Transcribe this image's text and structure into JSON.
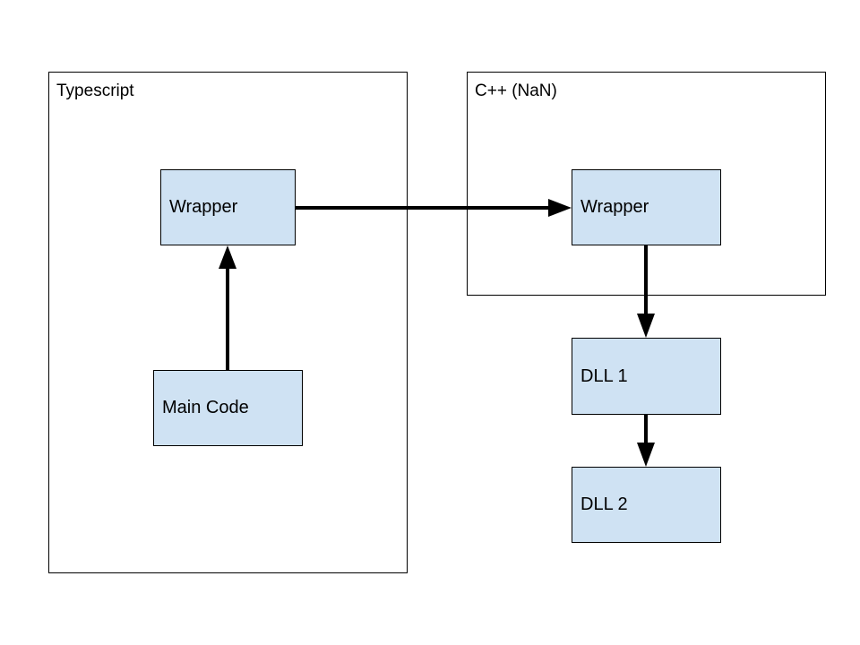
{
  "colors": {
    "node_fill": "#cfe2f3",
    "stroke": "#000000",
    "background": "#ffffff"
  },
  "containers": {
    "typescript": {
      "label": "Typescript"
    },
    "cpp": {
      "label": "C++ (NaN)"
    }
  },
  "nodes": {
    "ts_wrapper": {
      "label": "Wrapper"
    },
    "main_code": {
      "label": "Main Code"
    },
    "cpp_wrapper": {
      "label": "Wrapper"
    },
    "dll1": {
      "label": "DLL 1"
    },
    "dll2": {
      "label": "DLL 2"
    }
  },
  "edges": [
    {
      "from": "main_code",
      "to": "ts_wrapper"
    },
    {
      "from": "ts_wrapper",
      "to": "cpp_wrapper"
    },
    {
      "from": "cpp_wrapper",
      "to": "dll1"
    },
    {
      "from": "dll1",
      "to": "dll2"
    }
  ]
}
